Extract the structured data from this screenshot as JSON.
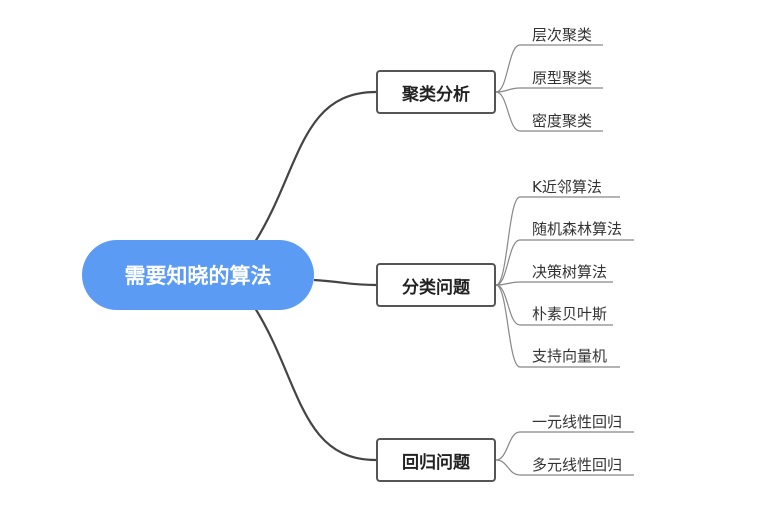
{
  "root": {
    "label": "需要知晓的算法"
  },
  "branches": [
    {
      "label": "聚类分析",
      "items": [
        "层次聚类",
        "原型聚类",
        "密度聚类"
      ]
    },
    {
      "label": "分类问题",
      "items": [
        "K近邻算法",
        "随机森林算法",
        "决策树算法",
        "朴素贝叶斯",
        "支持向量机"
      ]
    },
    {
      "label": "回归问题",
      "items": [
        "一元线性回归",
        "多元线性回归"
      ]
    }
  ],
  "colors": {
    "root_fill": "#5b9bf4",
    "line": "#444444",
    "leaf_line": "#888888"
  }
}
